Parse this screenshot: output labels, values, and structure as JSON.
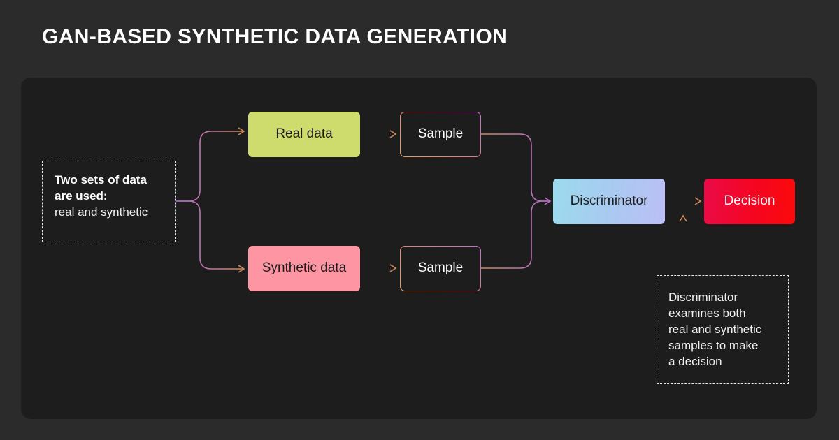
{
  "page": {
    "title": "GAN-based Synthetic Data Generation",
    "title_display": "GAN-BASED SYNTHETIC DATA GENERATION",
    "background_color": "#2b2b2b",
    "panel_color": "#1d1d1d"
  },
  "diagram": {
    "type": "flowchart",
    "nodes": [
      {
        "id": "real-data",
        "label": "Real data",
        "style": "filled",
        "fill": "#cddc6d",
        "text_color": "#1d1d1d"
      },
      {
        "id": "synthetic-data",
        "label": "Synthetic data",
        "style": "filled",
        "fill": "#fd95a2",
        "text_color": "#1d1d1d"
      },
      {
        "id": "sample-real",
        "label": "Sample",
        "style": "outlined",
        "border_from": "#e8a05c",
        "border_to": "#c86bd2",
        "text_color": "#ffffff"
      },
      {
        "id": "sample-synthetic",
        "label": "Sample",
        "style": "outlined",
        "border_from": "#e8a05c",
        "border_to": "#c86bd2",
        "text_color": "#ffffff"
      },
      {
        "id": "discriminator",
        "label": "Discriminator",
        "style": "gradient",
        "fill_from": "#9bdbed",
        "fill_to": "#bcbff6",
        "text_color": "#1d1d1d"
      },
      {
        "id": "decision",
        "label": "Decision",
        "style": "gradient",
        "fill_from": "#ea0b48",
        "fill_to": "#fb0a0a",
        "text_color": "#ffffff"
      }
    ],
    "edges": [
      {
        "from": "two-sets-note",
        "to": "real-data"
      },
      {
        "from": "two-sets-note",
        "to": "synthetic-data"
      },
      {
        "from": "real-data",
        "to": "sample-real"
      },
      {
        "from": "synthetic-data",
        "to": "sample-synthetic"
      },
      {
        "from": "sample-real",
        "to": "discriminator"
      },
      {
        "from": "sample-synthetic",
        "to": "discriminator"
      },
      {
        "from": "discriminator",
        "to": "decision"
      },
      {
        "from": "discriminator-note",
        "to": "discriminator"
      }
    ],
    "edge_color_from": "#b06bd0",
    "edge_color_to": "#d08a58"
  },
  "annotations": {
    "left": {
      "bold_line1": "Two sets of data",
      "bold_line2": "are used:",
      "normal": "real and synthetic"
    },
    "right": {
      "line1": "Discriminator",
      "line2": "examines both",
      "line3": "real and synthetic",
      "line4": "samples to make",
      "line5": "a decision"
    }
  }
}
